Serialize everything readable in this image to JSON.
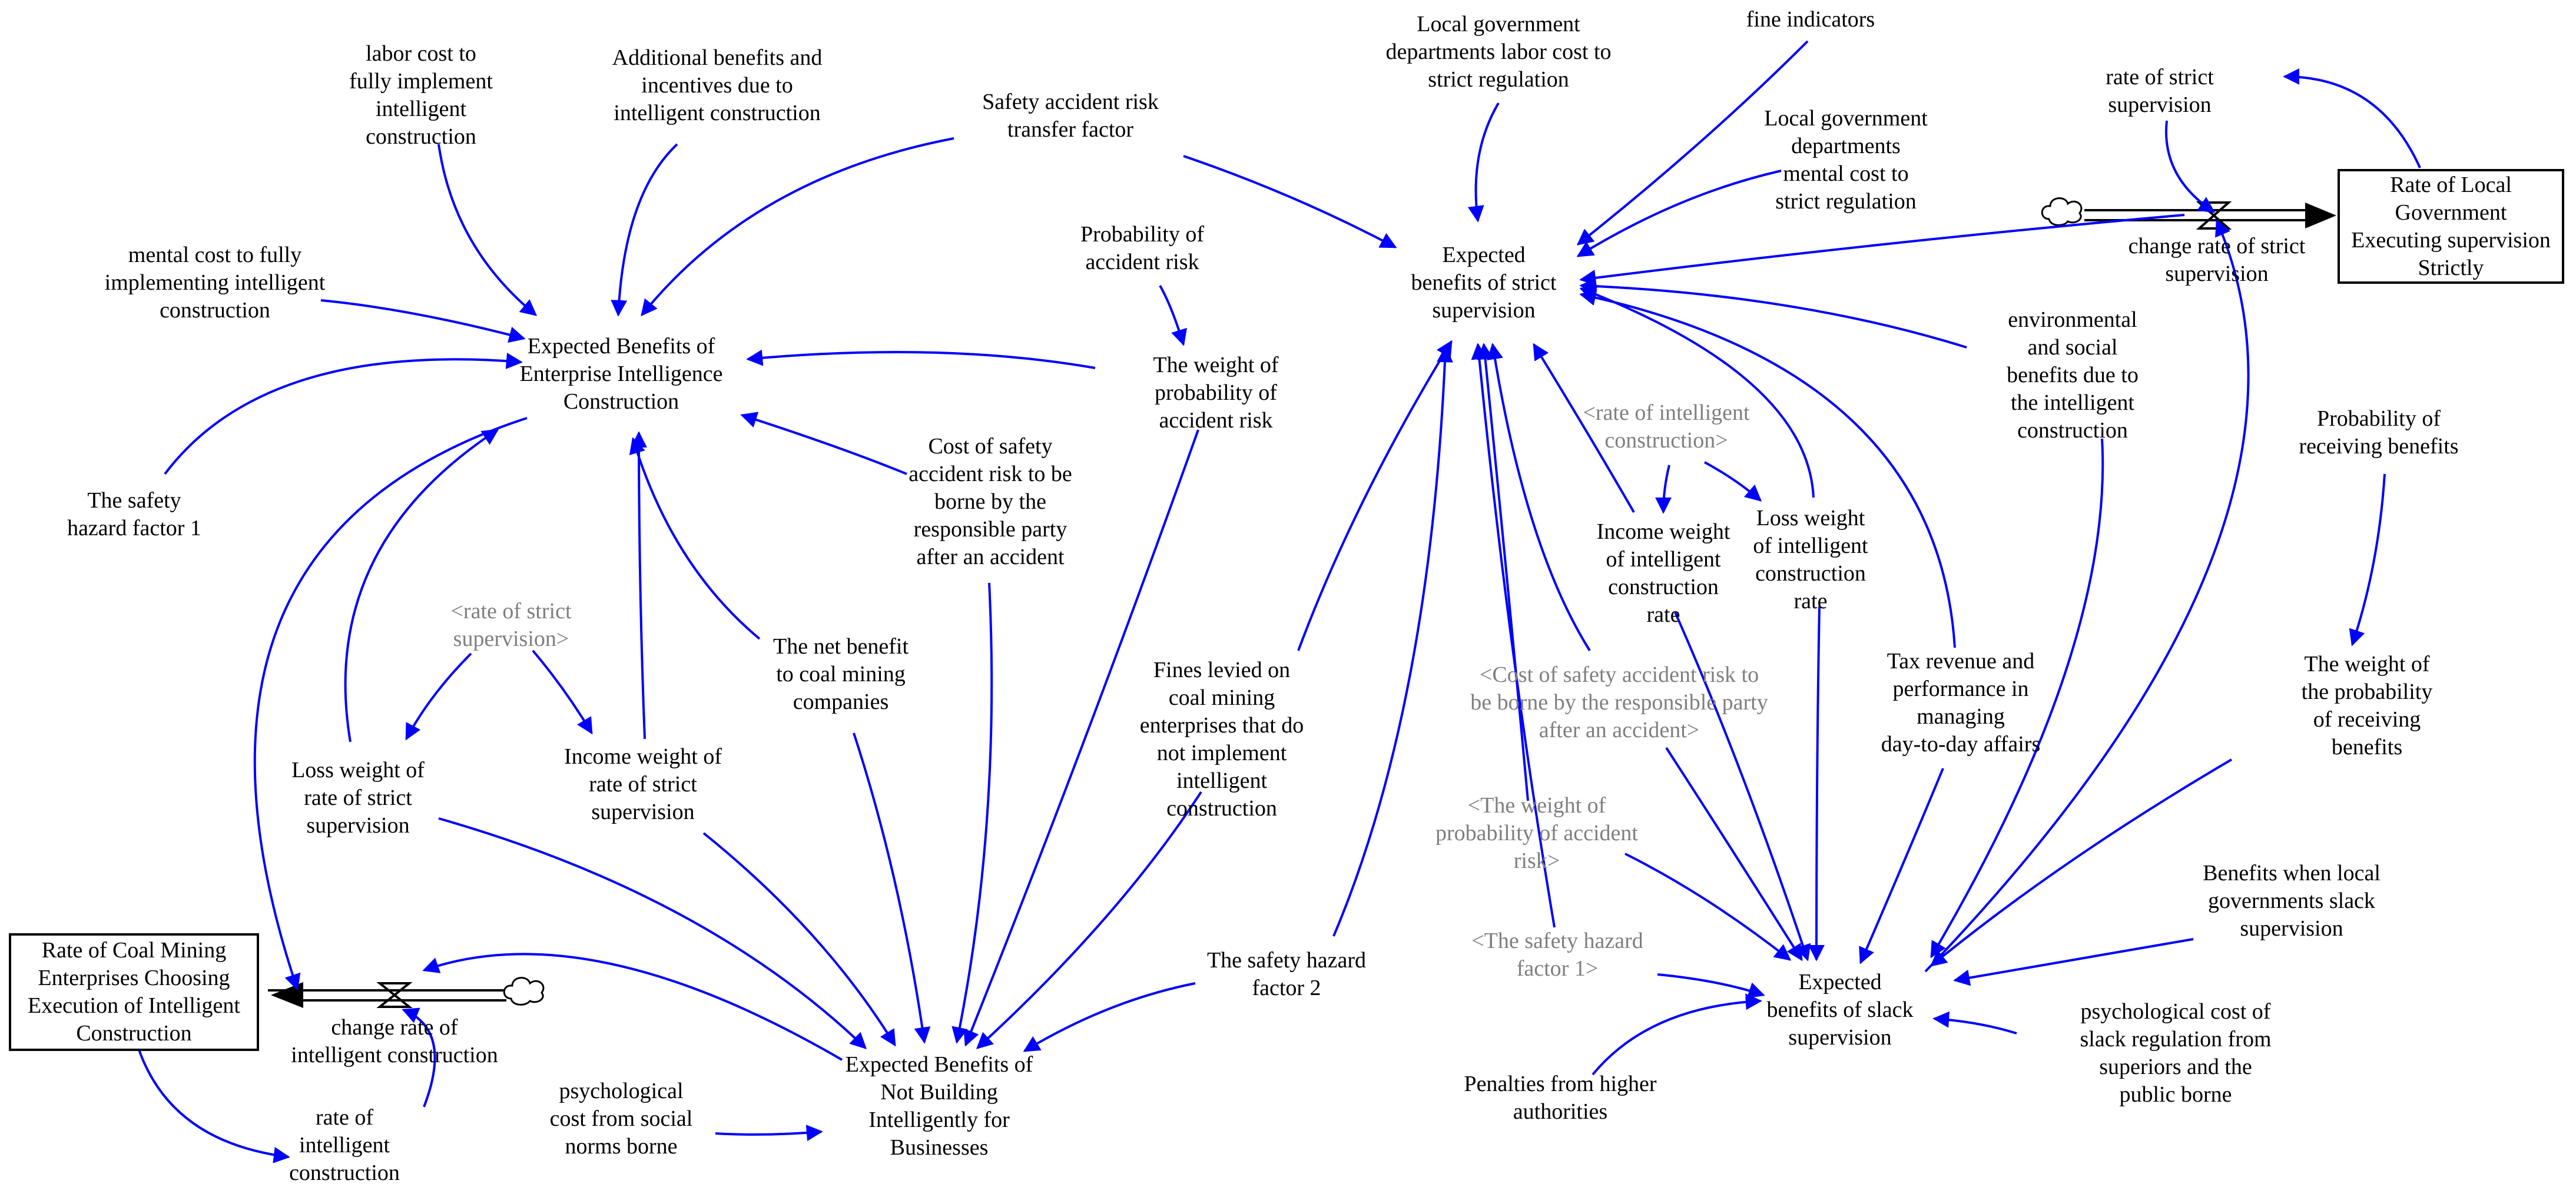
{
  "colors": {
    "arrow": "#0000ff",
    "text": "#000000",
    "shadow_text": "#7f7f7f",
    "flow": "#000000"
  },
  "stocks": {
    "coal_rate": "Rate of Coal Mining\nEnterprises Choosing\nExecution of Intelligent\nConstruction",
    "gov_rate": "Rate of Local\nGovernment\nExecuting supervision\nStrictly"
  },
  "flows": {
    "coal_change": "change rate of\nintelligent construction",
    "gov_change": "change rate of strict\nsupervision"
  },
  "variables": {
    "labor_cost_full": "labor cost to\nfully implement\nintelligent\nconstruction",
    "additional_benefits": "Additional benefits and\nincentives due to\nintelligent construction",
    "risk_transfer": "Safety accident risk\ntransfer factor",
    "local_gov_labor": "Local government\ndepartments labor cost to\nstrict regulation",
    "fine_indicators": "fine indicators",
    "rate_strict_top": "rate of strict\nsupervision",
    "local_gov_mental": "Local government\ndepartments\nmental cost to\nstrict regulation",
    "mental_cost_full": "mental cost to fully\nimplementing intelligent\nconstruction",
    "prob_accident": "Probability of\naccident risk",
    "exp_enterprise": "Expected Benefits of\nEnterprise Intelligence\nConstruction",
    "exp_strict": "Expected\nbenefits of strict\nsupervision",
    "weight_prob_accident": "The weight of\nprobability of\naccident risk",
    "env_social": "environmental\nand social\nbenefits due to\nthe intelligent\nconstruction",
    "prob_receiving": "Probability of\nreceiving benefits",
    "cost_safety": "Cost of safety\naccident risk to be\nborne by the\nresponsible party\nafter an accident",
    "safety_hazard_1": "The safety\nhazard factor 1",
    "income_weight_ic": "Income weight\nof intelligent\nconstruction\nrate",
    "loss_weight_ic": "Loss weight\nof intelligent\nconstruction\nrate",
    "net_benefit": "The net benefit\nto coal mining\ncompanies",
    "fines": "Fines levied on\ncoal mining\nenterprises that do\nnot implement\nintelligent\nconstruction",
    "tax_revenue": "Tax revenue and\nperformance in\nmanaging\nday-to-day affairs",
    "weight_prob_receiving": "The weight of\nthe probability\nof receiving\nbenefits",
    "loss_weight_strict": "Loss weight of\nrate of strict\nsupervision",
    "income_weight_strict": "Income weight of\nrate of strict\nsupervision",
    "benefits_slack_gov": "Benefits when local\ngovernments slack\nsupervision",
    "safety_hazard_2": "The safety hazard\nfactor 2",
    "exp_slack": "Expected\nbenefits of slack\nsupervision",
    "psych_slack": "psychological cost of\nslack regulation from\nsuperiors and the\npublic borne",
    "penalties": "Penalties from higher\nauthorities",
    "psych_social": "psychological\ncost from social\nnorms borne",
    "exp_not_building": "Expected Benefits of\nNot Building\nIntelligently for\nBusinesses",
    "rate_ic_bottom": "rate of\nintelligent\nconstruction"
  },
  "shadows": {
    "sh_rate_ic": "<rate of intelligent\nconstruction>",
    "sh_rate_strict": "<rate of strict\nsupervision>",
    "sh_cost_safety": "<Cost of safety accident risk to\nbe borne by the responsible party\nafter an accident>",
    "sh_weight_prob": "<The weight of\nprobability of accident\nrisk>",
    "sh_hazard_1": "<The safety hazard\nfactor 1>"
  }
}
